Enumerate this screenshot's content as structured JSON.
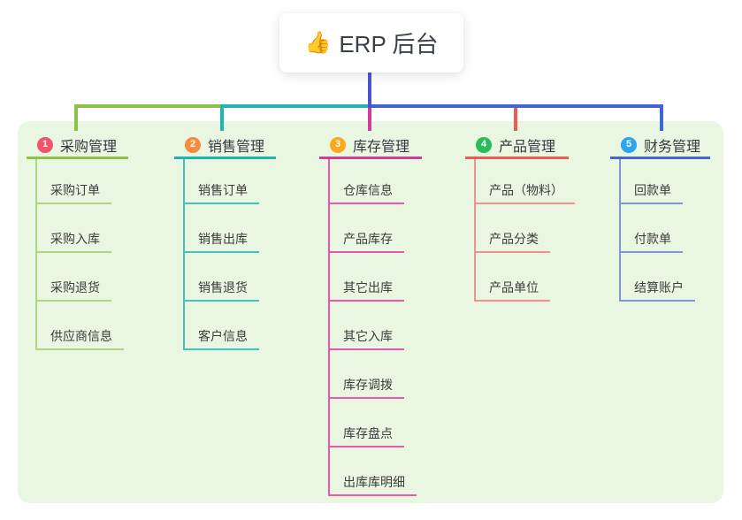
{
  "root": {
    "icon": "👍",
    "title": "ERP 后台"
  },
  "colors": {
    "canvas_bg": "#ffffff",
    "panel_bg": "#e9f6e2",
    "root_connector": "#4b54ce",
    "title_text": "#34383f",
    "child_text": "#3c3c3c"
  },
  "branches": [
    {
      "badge": "1",
      "title": "采购管理",
      "badge_color": "#f0556e",
      "line_color": "#8bc34a",
      "child_line_color": "#aed581",
      "children": [
        "采购订单",
        "采购入库",
        "采购退货",
        "供应商信息"
      ]
    },
    {
      "badge": "2",
      "title": "销售管理",
      "badge_color": "#f78c3e",
      "line_color": "#1eb6af",
      "child_line_color": "#45c2ba",
      "children": [
        "销售订单",
        "销售出库",
        "销售退货",
        "客户信息"
      ]
    },
    {
      "badge": "3",
      "title": "库存管理",
      "badge_color": "#fba81f",
      "line_color": "#d33c96",
      "child_line_color": "#ea58ab",
      "children": [
        "仓库信息",
        "产品库存",
        "其它出库",
        "其它入库",
        "库存调拨",
        "库存盘点",
        "出库库明细"
      ]
    },
    {
      "badge": "4",
      "title": "产品管理",
      "badge_color": "#2abd57",
      "line_color": "#f05a50",
      "child_line_color": "#f5918a",
      "children": [
        "产品（物料）",
        "产品分类",
        "产品单位"
      ]
    },
    {
      "badge": "5",
      "title": "财务管理",
      "badge_color": "#2ba6ee",
      "line_color": "#4365d2",
      "child_line_color": "#8195db",
      "children": [
        "回款单",
        "付款单",
        "结算账户"
      ]
    }
  ]
}
